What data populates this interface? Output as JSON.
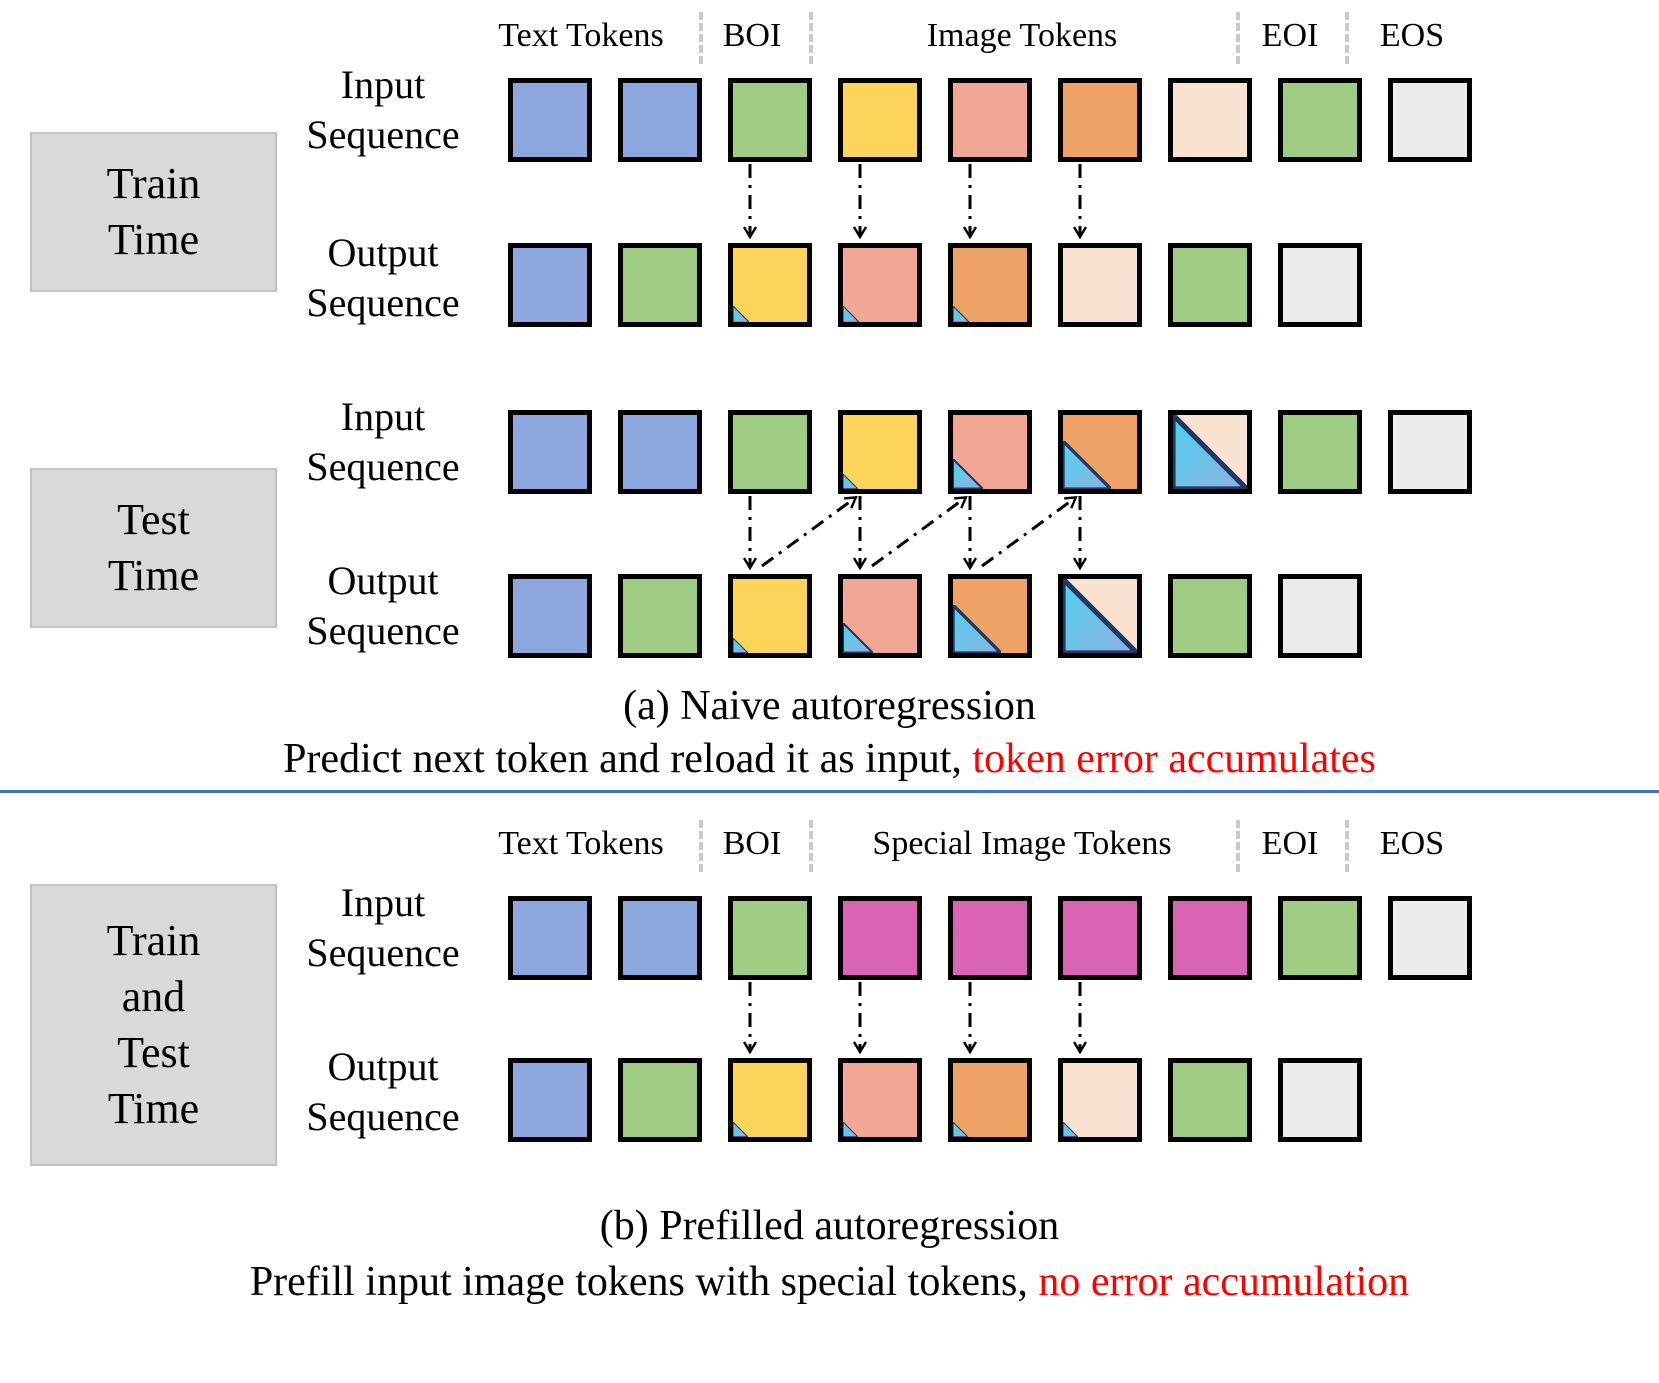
{
  "figure": {
    "colors": {
      "text_token": "#8ba7dd",
      "boi_token": "#9fcc82",
      "eoi_token": "#9fcc82",
      "eos_token": "#ececec",
      "special_image_token": "#d964b4",
      "img_yellow": "#fcd459",
      "img_salmon": "#f2a694",
      "img_orange": "#eea266",
      "img_cream": "#fae2d0",
      "error_cyan": "#4fd2f0",
      "error_blue": "#8fb0e0",
      "error_edge": "#1f3864",
      "square_border": "#000000",
      "separator": "#c9c9c9",
      "stage_box": "#d9d9d9",
      "divider": "#4472c4",
      "accent_red": "#ff0000"
    },
    "column_headers_a": [
      {
        "label": "Text Tokens"
      },
      {
        "label": "BOI"
      },
      {
        "label": "Image Tokens"
      },
      {
        "label": "EOI"
      },
      {
        "label": "EOS"
      }
    ],
    "column_headers_b": [
      {
        "label": "Text Tokens"
      },
      {
        "label": "BOI"
      },
      {
        "label": "Special Image Tokens"
      },
      {
        "label": "EOI"
      },
      {
        "label": "EOS"
      }
    ],
    "panel_a": {
      "caption": "(a)  Naive autoregression",
      "subcaption_black": "Predict next token and reload it as input, ",
      "subcaption_red": "token error accumulates",
      "stages": [
        {
          "lines": [
            "Train",
            "Time"
          ]
        },
        {
          "lines": [
            "Test",
            "Time"
          ]
        }
      ],
      "row_labels": [
        {
          "lines": [
            "Input",
            "Sequence"
          ]
        },
        {
          "lines": [
            "Output",
            "Sequence"
          ]
        },
        {
          "lines": [
            "Input",
            "Sequence"
          ]
        },
        {
          "lines": [
            "Output",
            "Sequence"
          ]
        }
      ],
      "train_input": [
        {
          "color": "#8ba7dd",
          "error": 0
        },
        {
          "color": "#8ba7dd",
          "error": 0
        },
        {
          "color": "#9fcc82",
          "error": 0
        },
        {
          "color": "#fcd459",
          "error": 0
        },
        {
          "color": "#f2a694",
          "error": 0
        },
        {
          "color": "#eea266",
          "error": 0
        },
        {
          "color": "#fae2d0",
          "error": 0
        },
        {
          "color": "#9fcc82",
          "error": 0
        },
        {
          "color": "#ececec",
          "error": 0
        }
      ],
      "train_output": [
        {
          "color": "#8ba7dd",
          "error": 0
        },
        {
          "color": "#9fcc82",
          "error": 0
        },
        {
          "color": "#fcd459",
          "error": 0.22
        },
        {
          "color": "#f2a694",
          "error": 0.22
        },
        {
          "color": "#eea266",
          "error": 0.22
        },
        {
          "color": "#fae2d0",
          "error": 0
        },
        {
          "color": "#9fcc82",
          "error": 0
        },
        {
          "color": "#ececec",
          "error": 0
        }
      ],
      "test_input": [
        {
          "color": "#8ba7dd",
          "error": 0
        },
        {
          "color": "#8ba7dd",
          "error": 0
        },
        {
          "color": "#9fcc82",
          "error": 0
        },
        {
          "color": "#fcd459",
          "error": 0.2
        },
        {
          "color": "#f2a694",
          "error": 0.4
        },
        {
          "color": "#eea266",
          "error": 0.65
        },
        {
          "color": "#fae2d0",
          "error": 1.0
        },
        {
          "color": "#9fcc82",
          "error": 0
        },
        {
          "color": "#ececec",
          "error": 0
        }
      ],
      "test_output": [
        {
          "color": "#8ba7dd",
          "error": 0
        },
        {
          "color": "#9fcc82",
          "error": 0
        },
        {
          "color": "#fcd459",
          "error": 0.2
        },
        {
          "color": "#f2a694",
          "error": 0.4
        },
        {
          "color": "#eea266",
          "error": 0.65
        },
        {
          "color": "#fae2d0",
          "error": 1.0
        },
        {
          "color": "#9fcc82",
          "error": 0
        },
        {
          "color": "#ececec",
          "error": 0
        }
      ]
    },
    "panel_b": {
      "caption": "(b) Prefilled autoregression",
      "subcaption_black": "Prefill input image tokens with special tokens, ",
      "subcaption_red": "no error accumulation",
      "stages": [
        {
          "lines": [
            "Train",
            "and",
            "Test",
            "Time"
          ]
        }
      ],
      "row_labels": [
        {
          "lines": [
            "Input",
            "Sequence"
          ]
        },
        {
          "lines": [
            "Output",
            "Sequence"
          ]
        }
      ],
      "input": [
        {
          "color": "#8ba7dd",
          "error": 0
        },
        {
          "color": "#8ba7dd",
          "error": 0
        },
        {
          "color": "#9fcc82",
          "error": 0
        },
        {
          "color": "#d964b4",
          "error": 0
        },
        {
          "color": "#d964b4",
          "error": 0
        },
        {
          "color": "#d964b4",
          "error": 0
        },
        {
          "color": "#d964b4",
          "error": 0
        },
        {
          "color": "#9fcc82",
          "error": 0
        },
        {
          "color": "#ececec",
          "error": 0
        }
      ],
      "output": [
        {
          "color": "#8ba7dd",
          "error": 0
        },
        {
          "color": "#9fcc82",
          "error": 0
        },
        {
          "color": "#fcd459",
          "error": 0.2
        },
        {
          "color": "#f2a694",
          "error": 0.2
        },
        {
          "color": "#eea266",
          "error": 0.2
        },
        {
          "color": "#fae2d0",
          "error": 0.2
        },
        {
          "color": "#9fcc82",
          "error": 0
        },
        {
          "color": "#ececec",
          "error": 0
        }
      ]
    }
  }
}
